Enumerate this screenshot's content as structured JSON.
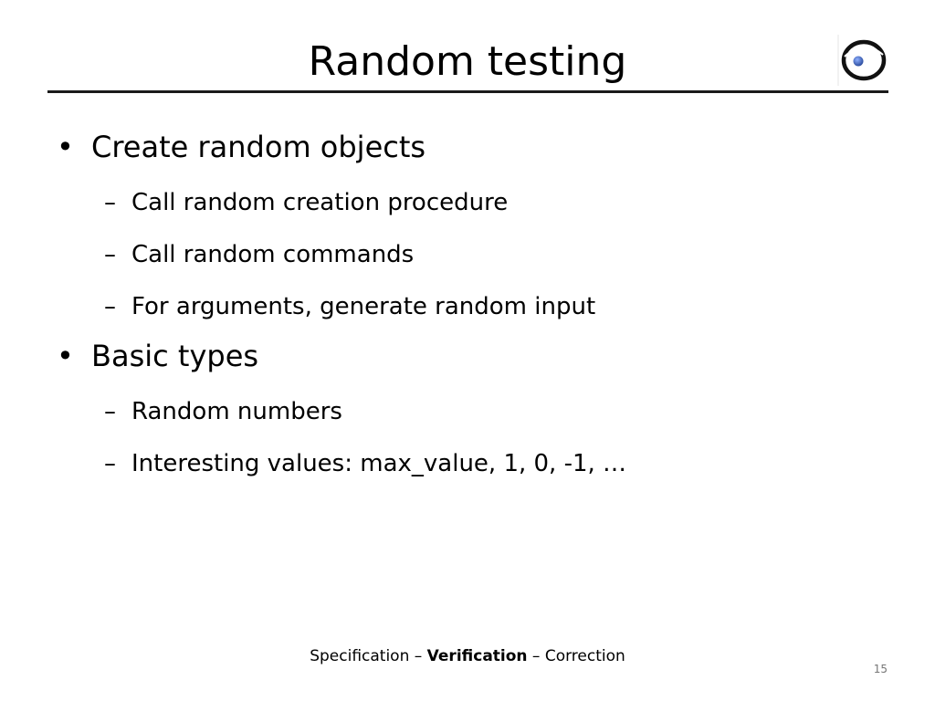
{
  "slide": {
    "title": "Random testing",
    "bullets": [
      {
        "text": "Create random objects",
        "subitems": [
          "Call random creation procedure",
          "Call random commands",
          "For arguments, generate random input"
        ]
      },
      {
        "text": "Basic types",
        "subitems": [
          "Random numbers",
          "Interesting values: max_value, 1, 0, -1, …"
        ]
      }
    ],
    "bullet_symbol": "•",
    "dash_symbol": "–",
    "footer": {
      "part1": "Specification",
      "sep1": " – ",
      "part2": "Verification",
      "sep2": " – ",
      "part3": "Correction"
    },
    "page_number": "15",
    "logo_icon": "eiffel-logo-icon",
    "colors": {
      "text": "#000000",
      "rule": "#1a1a1a",
      "logo_blue": "#3a5aa8",
      "page_number": "#777777"
    }
  }
}
